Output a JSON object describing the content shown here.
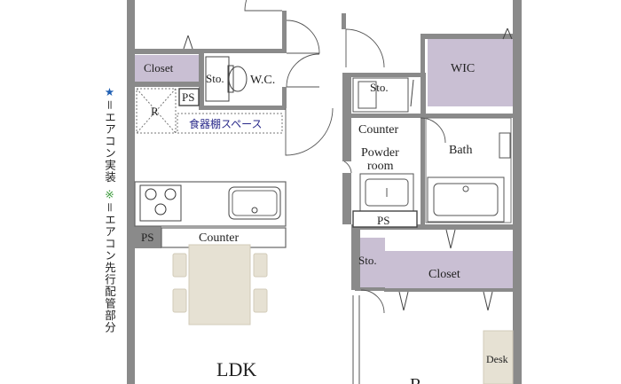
{
  "legend": {
    "star_mark": "★",
    "star_text": "＝エアコン実装",
    "kome_mark": "※",
    "kome_text": "＝エアコン先行配管部分"
  },
  "rooms": {
    "closet_top": "Closet",
    "sto_wc": "Sto.",
    "wc": "W.C.",
    "ps_top": "PS",
    "refrigerator": "R",
    "cupboard_space": "食器棚スペース",
    "sto_counter": "Sto.",
    "counter_upper": "Counter",
    "powder_room_1": "Powder",
    "powder_room_2": "room",
    "bath": "Bath",
    "wic": "WIC",
    "ps_powder": "PS",
    "ps_kitchen": "PS",
    "counter_kitchen": "Counter",
    "sto_lower": "Sto.",
    "closet_lower": "Closet",
    "ldk": "LDK",
    "desk": "Desk",
    "room_cut": "R"
  },
  "colors": {
    "wall": "#8a8a8a",
    "storage": "#c9bfd3",
    "storage_dark": "#b8abc4",
    "accent_blue": "#1f5fb3",
    "accent_green": "#3a9a3a"
  }
}
